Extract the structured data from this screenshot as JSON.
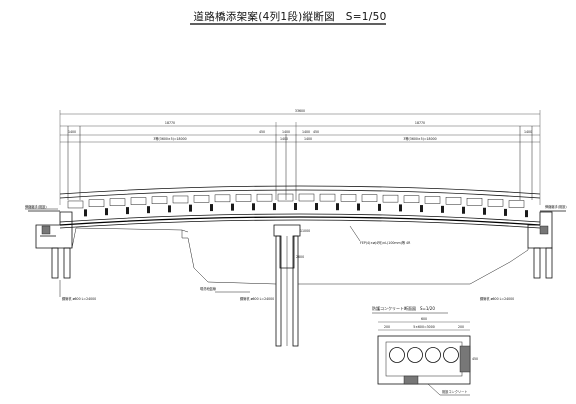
{
  "title": "道路橋添架案(4列1段)縦断図　S=1/50",
  "dimensions": {
    "overall": "33600",
    "left_span": "18770",
    "right_span": "18770",
    "left_end": "1400",
    "right_end": "1400",
    "center_left": "1400",
    "center_right": "1400",
    "mid_left_small": "450",
    "mid_right_small": "450",
    "left_sub": "3等(3600×5)=18000",
    "right_sub": "3等(3600×5)=18000",
    "center_sub_left": "1400",
    "center_sub_right": "1400"
  },
  "callouts": {
    "left_joint": "伸縮継手(既設)",
    "right_joint": "伸縮継手(既設)",
    "pipe_note": "FEP(4)×ø(4列)×L(100mm)等 4R",
    "left_bridge_pile": "鋼管杭 ø600 L=24000",
    "right_bridge_pile": "鋼管杭 ø600 L=24000",
    "center_pile": "鋼管杭 ø600 L=24000",
    "pier_label": "2600",
    "pier_top_label": "11000",
    "ground_note": "現況地盤線"
  },
  "section": {
    "title": "防護コンクリート断面図　S=1/20",
    "width_dim": "600",
    "inner_dim": "5×600=3000",
    "side_left": "200",
    "side_right": "200",
    "height_dim": "450",
    "note": "既設コンクリート"
  },
  "colors": {
    "line": "#111111",
    "background": "#ffffff",
    "fill_dark": "#1a1a1a"
  }
}
